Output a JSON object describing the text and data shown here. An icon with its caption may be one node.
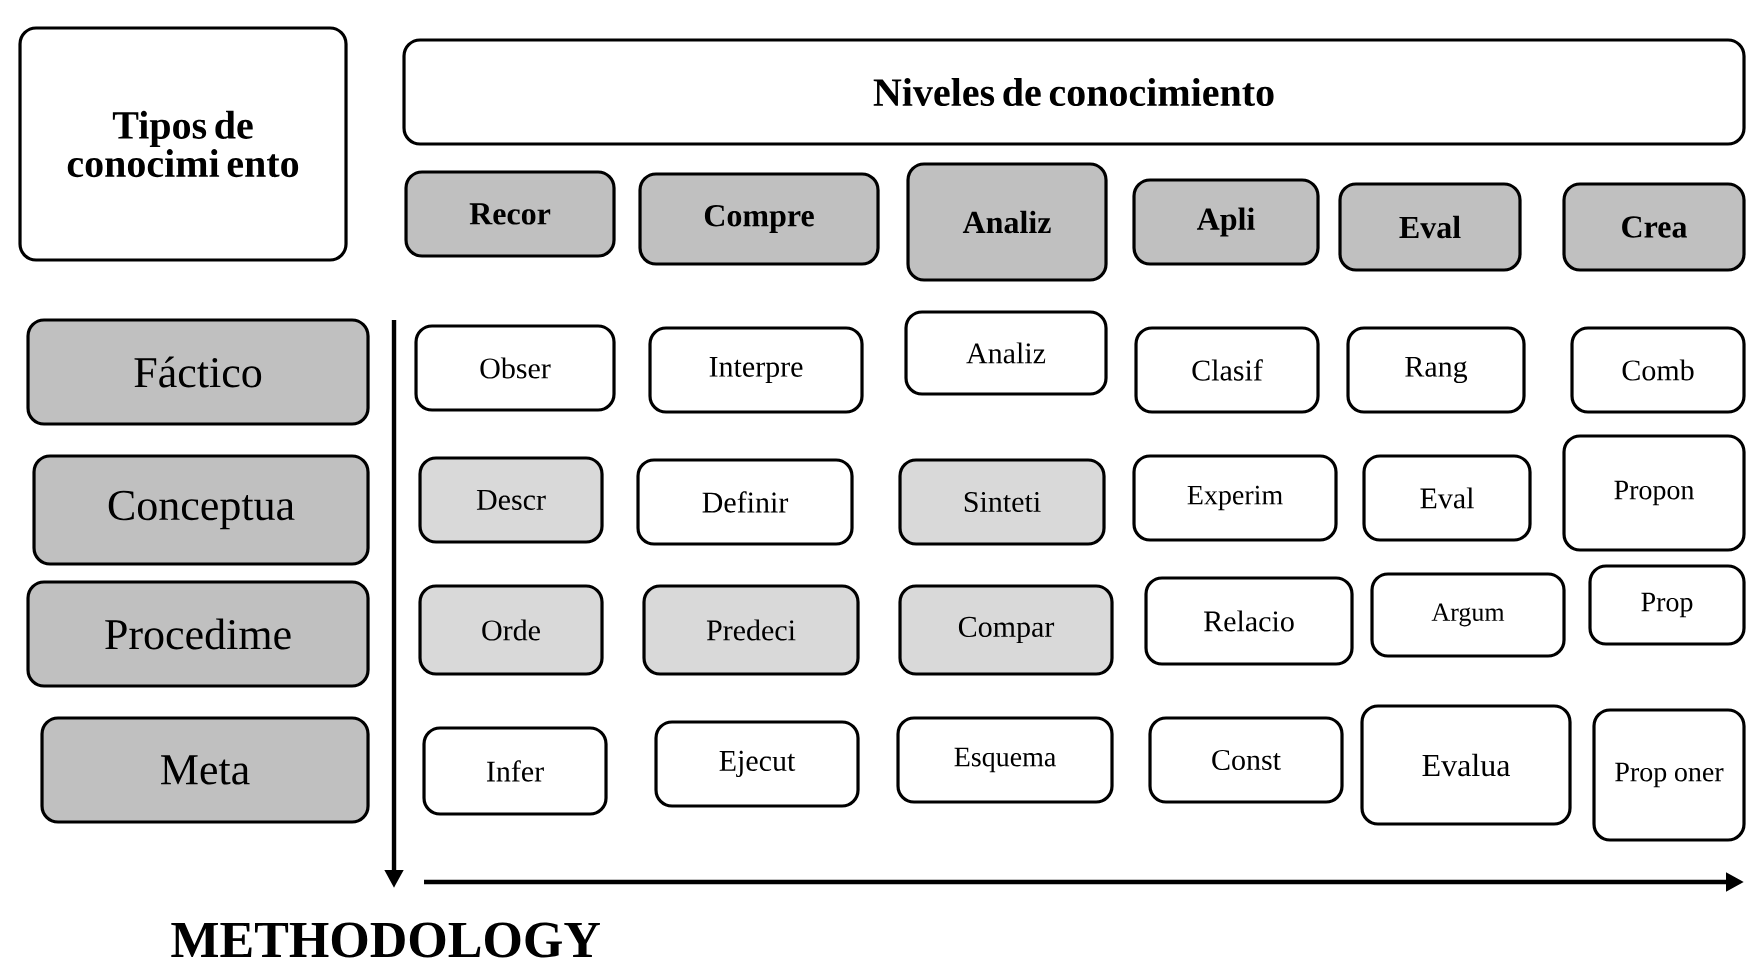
{
  "diagram": {
    "caption": "METHODOLOGY",
    "nodes": [
      {
        "text": [
          "Tipos de conocimi ento"
        ]
      },
      {
        "text": [
          "Niveles de conocimiento"
        ]
      },
      {
        "text": [
          "Recor"
        ]
      },
      {
        "text": [
          "Compre"
        ]
      },
      {
        "text": [
          "Analiz"
        ]
      },
      {
        "text": [
          "Apli"
        ]
      },
      {
        "text": [
          "Eval"
        ]
      },
      {
        "text": [
          "Crea"
        ]
      },
      {
        "text": [
          "Fáctico"
        ]
      },
      {
        "text": [
          "Obser"
        ]
      },
      {
        "text": [
          "Interpre"
        ]
      },
      {
        "text": [
          "Analiz"
        ]
      },
      {
        "text": [
          "Clasif"
        ]
      },
      {
        "text": [
          "Rang"
        ]
      },
      {
        "text": [
          "Comb"
        ]
      },
      {
        "text": [
          "Conceptua"
        ]
      },
      {
        "text": [
          "Descr"
        ]
      },
      {
        "text": [
          "Definir"
        ]
      },
      {
        "text": [
          "Sinteti"
        ]
      },
      {
        "text": [
          "Experim"
        ]
      },
      {
        "text": [
          "Eval"
        ]
      },
      {
        "text": [
          "Propon"
        ]
      },
      {
        "text": [
          "Procedime"
        ]
      },
      {
        "text": [
          "Orde"
        ]
      },
      {
        "text": [
          "Predeci"
        ]
      },
      {
        "text": [
          "Compar"
        ]
      },
      {
        "text": [
          "Relacio"
        ]
      },
      {
        "text": [
          "Argum"
        ]
      },
      {
        "text": [
          "Prop"
        ]
      },
      {
        "text": [
          "Meta"
        ]
      },
      {
        "text": [
          "Infer"
        ]
      },
      {
        "text": [
          "Ejecut"
        ]
      },
      {
        "text": [
          "Esquema"
        ]
      },
      {
        "text": [
          "Const"
        ]
      },
      {
        "text": [
          "Evalua"
        ]
      },
      {
        "text": [
          "Prop oner"
        ]
      }
    ]
  }
}
